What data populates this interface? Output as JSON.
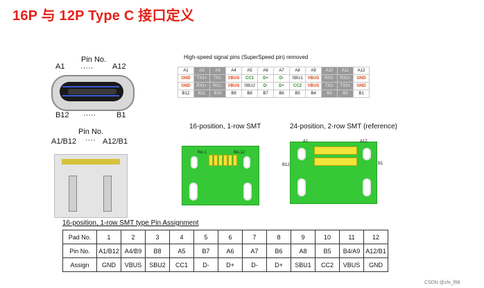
{
  "title": "16P 与 12P Type C 接口定义",
  "left_top": {
    "pin_no": "Pin No.",
    "dots": "·····",
    "a1": "A1",
    "a12": "A12",
    "b12": "B12",
    "b1": "B1",
    "dots2": "·····"
  },
  "left_bottom": {
    "pin_no": "Pin No.",
    "left": "A1/B12",
    "dots": "····",
    "right": "A12/B1"
  },
  "highspeed": {
    "caption": "High-speed signal pins (SuperSpeed pin) removed",
    "top_numbers": [
      "A1",
      "A2",
      "A3",
      "A4",
      "A5",
      "A6",
      "A7",
      "A8",
      "A9",
      "A10",
      "A11",
      "A12"
    ],
    "row1": [
      "GND",
      "TX1+",
      "TX1-",
      "VBUS",
      "CC1",
      "D+",
      "D-",
      "SBU1",
      "VBUS",
      "RX2-",
      "RX2+",
      "GND"
    ],
    "row2": [
      "GND",
      "RX1+",
      "RX1-",
      "VBUS",
      "SBU2",
      "D-",
      "D+",
      "CC2",
      "VBUS",
      "TX2-",
      "TX2+",
      "GND"
    ],
    "bottom_numbers": [
      "B12",
      "B11",
      "B10",
      "B9",
      "B8",
      "B7",
      "B6",
      "B5",
      "B4",
      "B3",
      "B2",
      "B1"
    ]
  },
  "smt16": {
    "title": "16-position, 1-row SMT",
    "no1": "No.1",
    "no12": "No.12"
  },
  "smt24": {
    "title": "24-position, 2-row SMT (reference)",
    "a1": "A1",
    "a12": "A12",
    "b12": "B12",
    "b1": "B1"
  },
  "assignment": {
    "title": "16-position, 1-row SMT type Pin Assignment",
    "pad_label": "Pad No.",
    "pin_label": "Pin No.",
    "assign_label": "Assign",
    "pads": [
      "1",
      "2",
      "3",
      "4",
      "5",
      "6",
      "7",
      "8",
      "9",
      "10",
      "11",
      "12"
    ],
    "pins": [
      "A1/B12",
      "A4/B9",
      "B8",
      "A5",
      "B7",
      "A6",
      "A7",
      "B6",
      "A8",
      "B5",
      "B4/A9",
      "A12/B1"
    ],
    "assigns": [
      "GND",
      "VBUS",
      "SBU2",
      "CC1",
      "D-",
      "D+",
      "D-",
      "D+",
      "SBU1",
      "CC2",
      "VBUS",
      "GND"
    ]
  },
  "footer": "CSDN @zhi_f98"
}
